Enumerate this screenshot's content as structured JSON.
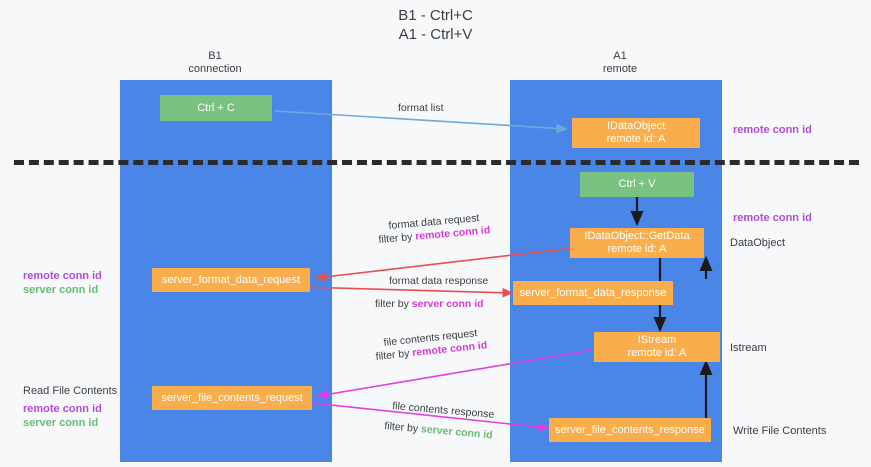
{
  "title": "B1 - Ctrl+C\nA1 - Ctrl+V",
  "columns": [
    {
      "name": "col-b1",
      "label": "B1\nconnection"
    },
    {
      "name": "col-a1",
      "label": "A1\nremote"
    }
  ],
  "boxes": {
    "ctrl_c": "Ctrl + C",
    "idataobject": "IDataObject\nremote id: A",
    "ctrl_v": "Ctrl + V",
    "idataobject_getdata": "IDataObject::GetData\nremote id: A",
    "server_format_data_request": "server_format_data_request",
    "server_format_data_response": "server_format_data_response",
    "istream": "IStream\nremote id: A",
    "server_file_contents_request": "server_file_contents_request",
    "server_file_contents_response": "server_file_contents_response"
  },
  "edge_labels": {
    "format_list": "format list",
    "format_data_request": "format data request",
    "format_data_request_filter_prefix": "filter by ",
    "format_data_request_filter_key": "remote conn id",
    "format_data_response": "format data response",
    "format_data_response_filter_prefix": "filter by ",
    "format_data_response_filter_key": "server conn id",
    "file_contents_request": "file contents request",
    "file_contents_request_filter_prefix": "filter by ",
    "file_contents_request_filter_key": "remote conn id",
    "file_contents_response": "file contents response",
    "file_contents_response_filter_prefix": "filter by ",
    "file_contents_response_filter_key": "server conn id"
  },
  "side_labels": {
    "right_remote_conn_id_top": "remote conn id",
    "right_remote_conn_id_middle": "remote conn id",
    "right_dataobject": "DataObject",
    "right_istream": "Istream",
    "right_write_file_contents": "Write File Contents",
    "left_remote_conn_id": "remote conn id",
    "left_server_conn_id": "server conn id",
    "left_read_file_contents": "Read File Contents",
    "left_remote_conn_id_2": "remote conn id",
    "left_server_conn_id_2": "server conn id"
  },
  "colors": {
    "lane": "#4a86e8",
    "green_box": "#79c27f",
    "orange_box": "#f9ad4b",
    "purple_text": "#b24bd8",
    "green_text": "#69bb74",
    "red_arrow": "#ea4f4f",
    "magenta_arrow": "#e040e0",
    "blue_arrow": "#6fa8dc",
    "dark_arrow": "#1a1a1a",
    "background": "#f7f8fa"
  }
}
